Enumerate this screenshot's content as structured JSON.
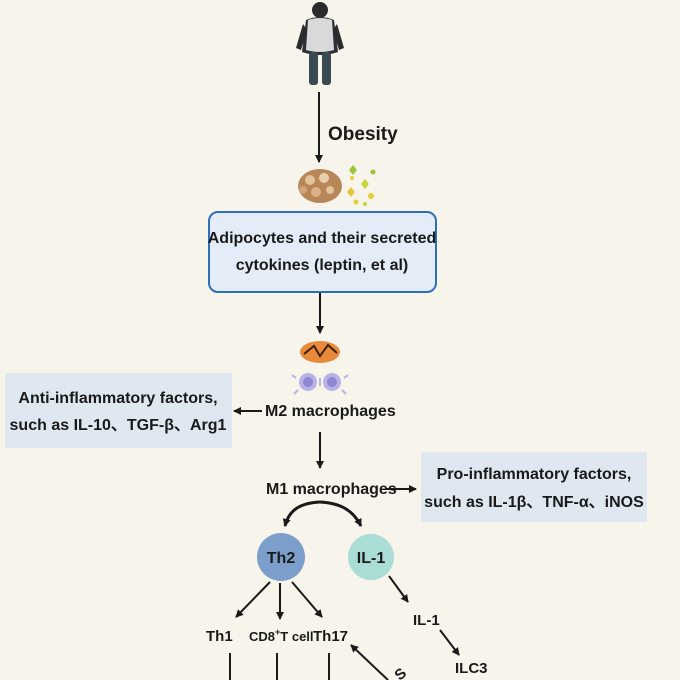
{
  "labels": {
    "obesity": "Obesity",
    "adipocytes_line1": "Adipocytes and their secreted",
    "adipocytes_line2": "cytokines (leptin, et al)",
    "m2": "M2 macrophages",
    "m1": "M1 macrophages",
    "anti_line1": "Anti-inflammatory factors,",
    "anti_line2": "such as IL-10、TGF-β、Arg1",
    "pro_line1": "Pro-inflammatory factors,",
    "pro_line2": "such as IL-1β、TNF-α、iNOS",
    "th2": "Th2",
    "il1_circle": "IL-1",
    "il1": "IL-1",
    "ilc3": "ILC3",
    "th1": "Th1",
    "cd8": "CD8",
    "cd8_sup": "+",
    "cd8_suffix": "T cell",
    "th17": "Th17",
    "partial": "S"
  },
  "icons": [
    "person-obese-icon",
    "adipocyte-cluster-icon",
    "macrophage-cells-icon"
  ],
  "colors": {
    "background": "#f7f4ec",
    "box_fill": "#e3ecf7",
    "box_border": "#2f6fb8",
    "side_box_fill": "#dfe7f1",
    "th2_circle": "#7b9fca",
    "il1_circle": "#a9ddd6",
    "arrow": "#1a1a1a"
  }
}
